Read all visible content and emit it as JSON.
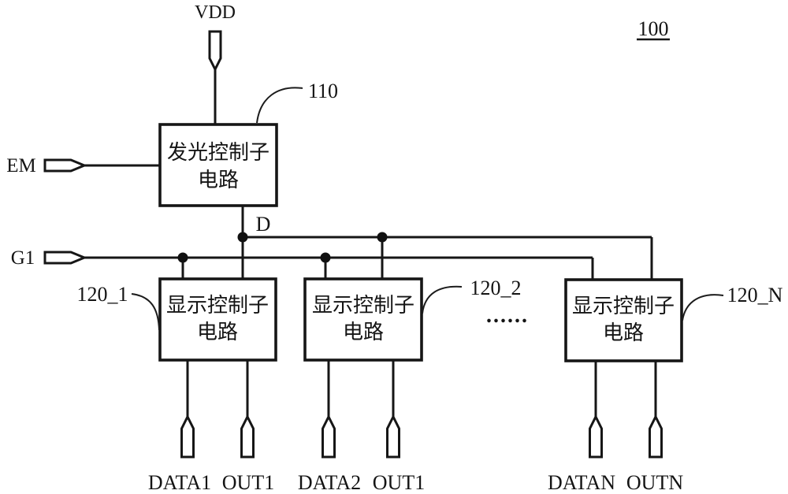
{
  "figure": {
    "number": "100",
    "node_d": "D",
    "ellipsis": "......"
  },
  "colors": {
    "ink": "#161616",
    "background": "#ffffff"
  },
  "terminals": {
    "vdd": "VDD",
    "em": "EM",
    "g1": "G1",
    "data1": "DATA1",
    "out1": "OUT1",
    "data2": "DATA2",
    "out1_b": "OUT1",
    "datan": "DATAN",
    "outn": "OUTN"
  },
  "blocks": {
    "emission": {
      "ref": "110",
      "line1": "发光控制子",
      "line2": "电路"
    },
    "display_1": {
      "ref": "120_1",
      "line1": "显示控制子",
      "line2": "电路"
    },
    "display_2": {
      "ref": "120_2",
      "line1": "显示控制子",
      "line2": "电路"
    },
    "display_n": {
      "ref": "120_N",
      "line1": "显示控制子",
      "line2": "电路"
    }
  }
}
